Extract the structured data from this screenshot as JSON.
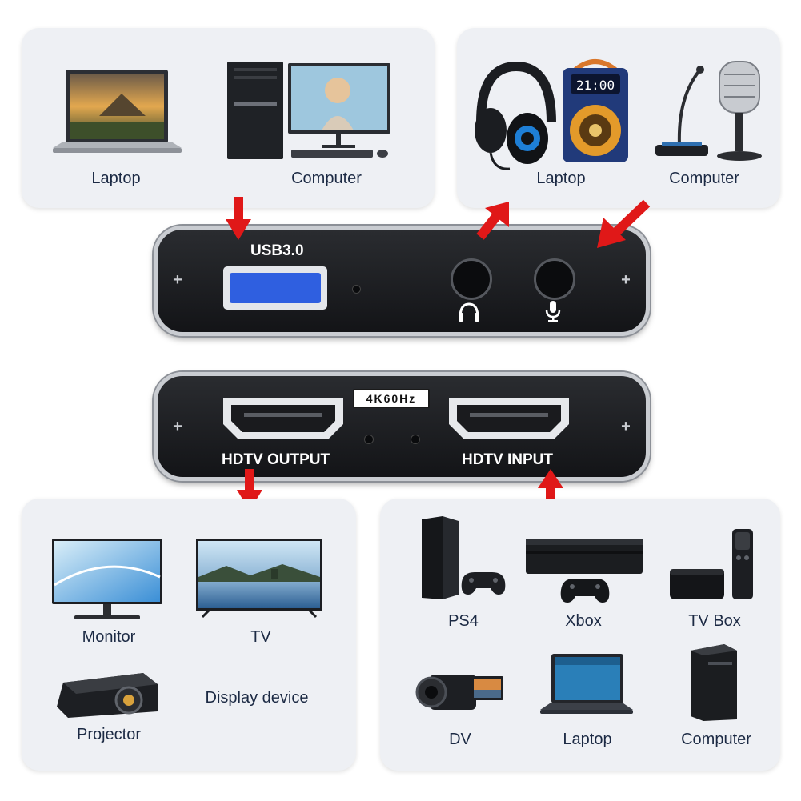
{
  "top_left_card": {
    "items": [
      "Laptop",
      "Computer"
    ]
  },
  "top_right_card": {
    "items": [
      "Laptop",
      "Computer"
    ]
  },
  "device_top": {
    "port_label": "USB3.0"
  },
  "device_bottom": {
    "badge": "4K60Hz",
    "output_label": "HDTV OUTPUT",
    "input_label": "HDTV INPUT"
  },
  "bottom_left_card": {
    "items": [
      "Monitor",
      "TV",
      "Projector"
    ],
    "caption": "Display device"
  },
  "bottom_right_card": {
    "items": [
      "PS4",
      "Xbox",
      "TV Box",
      "DV",
      "Laptop",
      "Computer"
    ]
  },
  "colors": {
    "arrow": "#e01818",
    "card": "#eef0f4",
    "usb_blue": "#2f5fe0",
    "text": "#1c2a44"
  }
}
